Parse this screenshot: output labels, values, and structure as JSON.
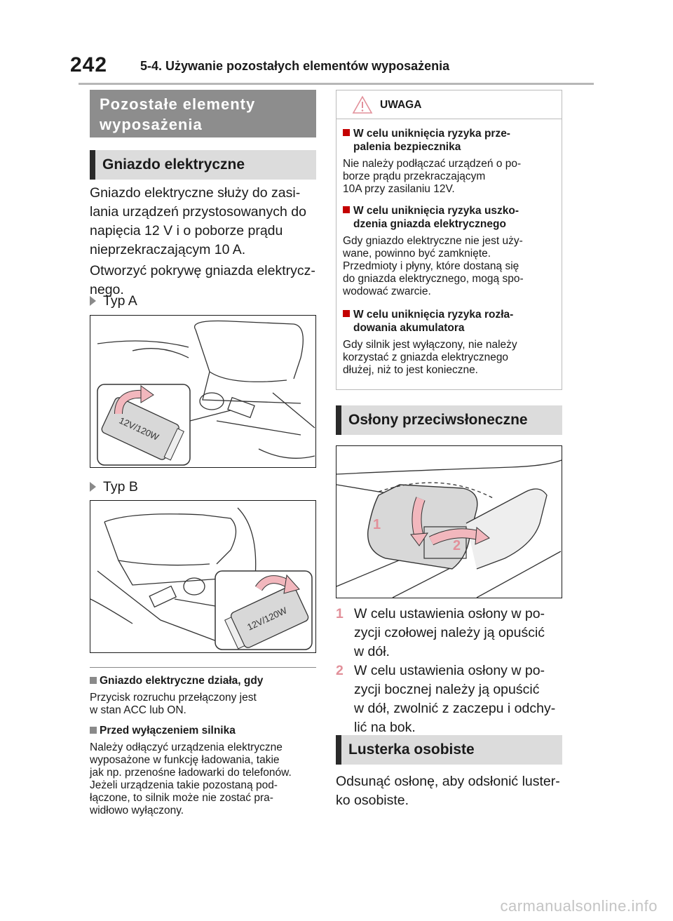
{
  "header": {
    "page_number": "242",
    "section": "5-4. Używanie pozostałych elementów wyposażenia"
  },
  "left": {
    "main_title_line1": "Pozostałe elementy",
    "main_title_line2": "wyposażenia",
    "subtitle": "Gniazdo elektryczne",
    "intro_lines": [
      "Gniazdo elektryczne służy do zasi-",
      "lania urządzeń przystosowanych do",
      "napięcia 12 V i o poborze prądu",
      "nieprzekraczającym 10 A."
    ],
    "open_lines": [
      "Otworzyć pokrywę gniazda elektrycz-",
      "nego."
    ],
    "type_a": "Typ A",
    "type_b": "Typ B",
    "socket_label": "12V/120W",
    "socket_label_small": "12V/120W",
    "note1_title": "Gniazdo elektryczne działa, gdy",
    "note1_lines": [
      "Przycisk rozruchu przełączony jest",
      "w stan ACC lub ON."
    ],
    "note2_title": "Przed wyłączeniem silnika",
    "note2_lines": [
      "Należy odłączyć urządzenia elektryczne",
      "wyposażone w funkcję ładowania, takie",
      "jak np. przenośne ładowarki do telefonów.",
      "Jeżeli urządzenia takie pozostaną pod-",
      "łączone, to silnik może nie zostać pra-",
      "widłowo wyłączony."
    ]
  },
  "warning": {
    "title": "UWAGA",
    "items": [
      {
        "title_lines": [
          "W celu uniknięcia ryzyka prze-",
          "palenia bezpiecznika"
        ],
        "text_lines": [
          "Nie należy podłączać urządzeń o po-",
          "borze prądu przekraczającym",
          "10A przy zasilaniu 12V."
        ]
      },
      {
        "title_lines": [
          "W celu uniknięcia ryzyka uszko-",
          "dzenia gniazda elektrycznego"
        ],
        "text_lines": [
          "Gdy gniazdo elektryczne nie jest uży-",
          "wane, powinno być zamknięte.",
          "Przedmioty i płyny, które dostaną się",
          "do gniazda elektrycznego, mogą spo-",
          "wodować zwarcie."
        ]
      },
      {
        "title_lines": [
          "W celu uniknięcia ryzyka rozła-",
          "dowania akumulatora"
        ],
        "text_lines": [
          "Gdy silnik jest wyłączony, nie należy",
          "korzystać z gniazda elektrycznego",
          "dłużej, niż to jest konieczne."
        ]
      }
    ]
  },
  "right": {
    "visor_title": "Osłony przeciwsłoneczne",
    "step1_num": "1",
    "step1_lines": [
      "W celu ustawienia osłony w po-",
      "zycji czołowej należy ją opuścić",
      "w dół."
    ],
    "step2_num": "2",
    "step2_lines": [
      "W celu ustawienia osłony w po-",
      "zycji bocznej należy ją opuścić",
      "w dół, zwolnić z zaczepu i odchy-",
      "lić na bok."
    ],
    "fig_label_1": "1",
    "fig_label_2": "2",
    "mirror_title": "Lusterka osobiste",
    "mirror_lines": [
      "Odsunąć osłonę, aby odsłonić luster-",
      "ko osobiste."
    ]
  },
  "footer": {
    "watermark": "carmanualsonline.info"
  },
  "colors": {
    "accent_pink": "#e2909a",
    "band_dark": "#8d8d8d",
    "band_light": "#dcdcdc"
  }
}
